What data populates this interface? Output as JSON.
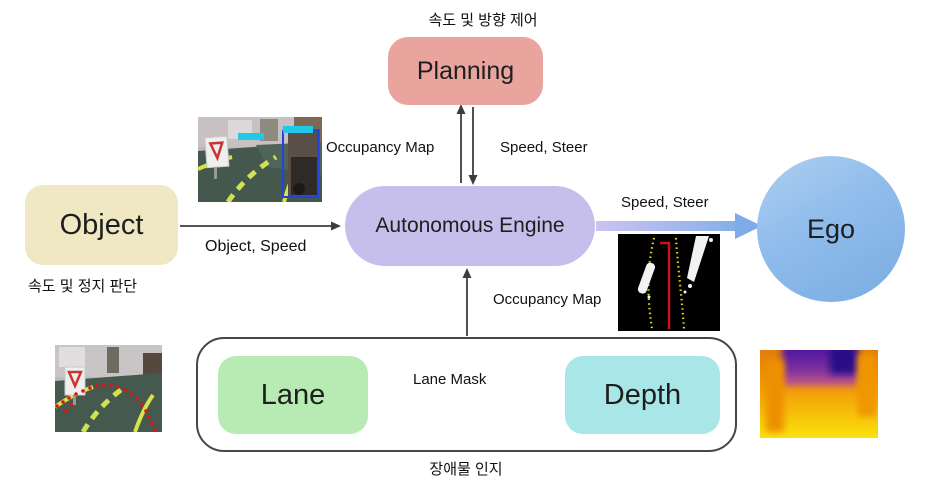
{
  "diagram": {
    "title_caption": "속도 및 방향 제어",
    "group_caption": "장애물 인지",
    "nodes": {
      "planning": {
        "label": "Planning",
        "color": "#E9A49D"
      },
      "object": {
        "label": "Object",
        "color": "#EFE8C2",
        "caption": "속도 및 정지 판단"
      },
      "engine": {
        "label": "Autonomous Engine",
        "color": "#C6BEEB"
      },
      "ego": {
        "label": "Ego",
        "color_top": "#AECFF1",
        "color_bottom": "#79ACE2"
      },
      "lane": {
        "label": "Lane",
        "color": "#B7EBB3"
      },
      "depth": {
        "label": "Depth",
        "color": "#A9E6E8"
      }
    },
    "edges": {
      "engine_to_planning": {
        "label": "Occupancy Map"
      },
      "planning_to_engine": {
        "label": "Speed, Steer"
      },
      "object_to_engine": {
        "label": "Object, Speed"
      },
      "engine_to_ego": {
        "label": "Speed, Steer"
      },
      "perception_to_engine": {
        "label": "Occupancy Map"
      },
      "lane_to_depth": {
        "label": "Lane Mask"
      }
    },
    "images": {
      "object_detection_camera": "object-detection-camera-image",
      "lane_detection_camera": "lane-detection-camera-image",
      "occupancy_map": "occupancy-map-image",
      "depth_map": "depth-map-image"
    },
    "arrow_colors": {
      "thin": "#3d3d3d",
      "thick_start": "#CBC3EF",
      "thick_end": "#7FACE8"
    }
  }
}
